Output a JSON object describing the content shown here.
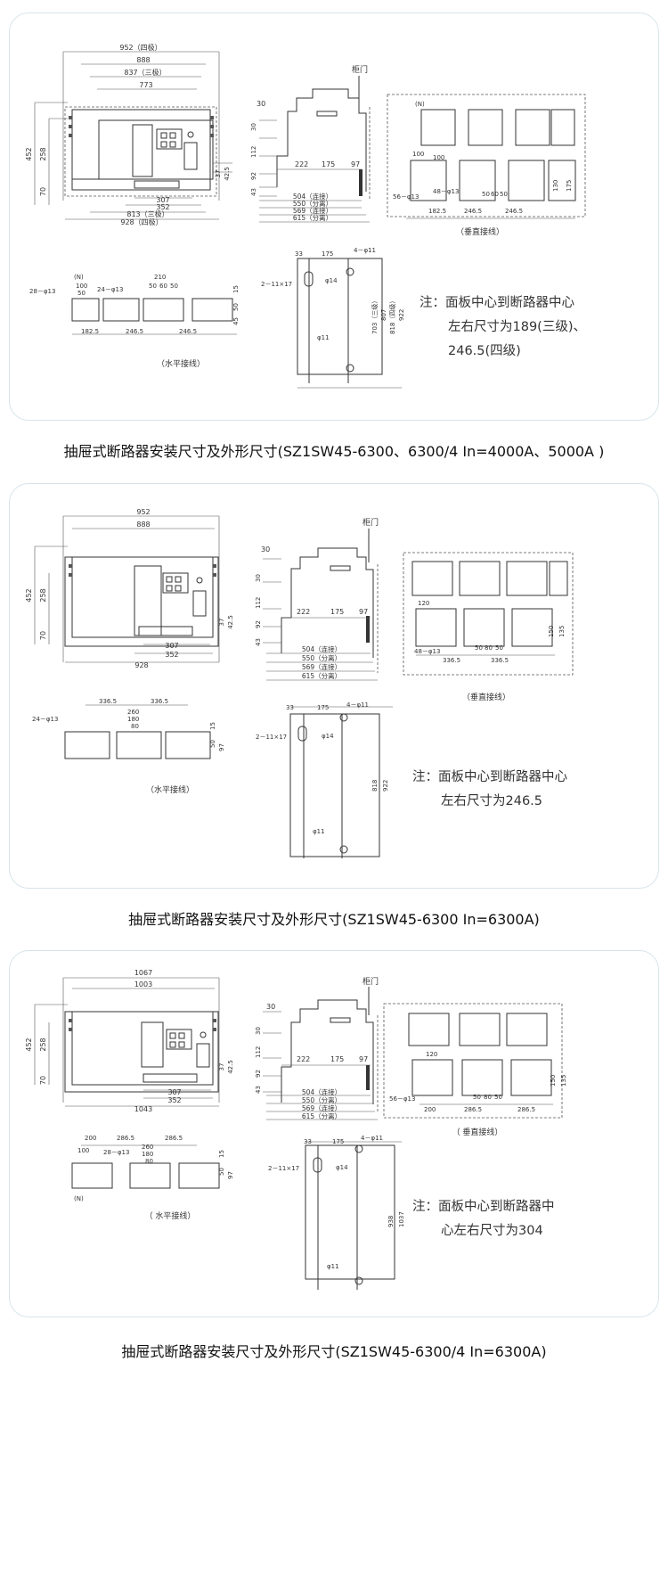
{
  "panels": [
    {
      "caption": "抽屉式断路器安装尺寸及外形尺寸(SZ1SW45-6300、6300/4 In=4000A、5000A )",
      "front": {
        "top_dims": [
          "952（四极）",
          "888",
          "837（三极）",
          "773"
        ],
        "left_dims": [
          "452",
          "258",
          "70"
        ],
        "right_dims": [
          "37",
          "42.5"
        ],
        "bottom_dims": [
          "307",
          "352",
          "813（三极）",
          "928（四极）"
        ]
      },
      "side": {
        "door": "柜门",
        "dims_top": [
          "30"
        ],
        "dims_left": [
          "30",
          "112",
          "92",
          "43"
        ],
        "dims_mid": [
          "222",
          "175",
          "97"
        ],
        "dims_bottom": [
          "504（连接）",
          "550（分离）",
          "569（连接）",
          "615（分离）"
        ]
      },
      "vertical": {
        "label": "（垂直接线）",
        "n_label": "(N)",
        "dims": [
          "100",
          "100",
          "56－φ13",
          "48－φ13",
          "50",
          "60",
          "50",
          "182.5",
          "246.5",
          "246.5",
          "130",
          "175"
        ]
      },
      "horizontal": {
        "label": "（水平接线）",
        "dims": [
          "(N)",
          "100",
          "50",
          "28－φ13",
          "24－φ13",
          "210",
          "50",
          "60",
          "50",
          "182.5",
          "246.5",
          "246.5",
          "15",
          "50",
          "45"
        ]
      },
      "plan": {
        "dims": [
          "33",
          "175",
          "4－φ11",
          "2－11×17",
          "φ14",
          "φ11",
          "703（三级）",
          "807",
          "818（四级）",
          "922"
        ]
      },
      "note": [
        "注：面板中心到断路器中心",
        "左右尺寸为189(三级)、",
        "246.5(四级)"
      ]
    },
    {
      "caption": "抽屉式断路器安装尺寸及外形尺寸(SZ1SW45-6300 In=6300A)",
      "front": {
        "top_dims": [
          "952",
          "888"
        ],
        "left_dims": [
          "452",
          "258",
          "70"
        ],
        "right_dims": [
          "37",
          "42.5"
        ],
        "bottom_dims": [
          "307",
          "352",
          "928"
        ]
      },
      "side": {
        "door": "柜门",
        "dims_top": [
          "30"
        ],
        "dims_left": [
          "30",
          "112",
          "92",
          "43"
        ],
        "dims_mid": [
          "222",
          "175",
          "97"
        ],
        "dims_bottom": [
          "504（连接）",
          "550（分离）",
          "569（连接）",
          "615（分离）"
        ]
      },
      "vertical": {
        "label": "（垂直接线）",
        "dims": [
          "120",
          "48－φ13",
          "50",
          "80",
          "50",
          "336.5",
          "336.5",
          "150",
          "135"
        ]
      },
      "horizontal": {
        "label": "（水平接线）",
        "dims": [
          "336.5",
          "336.5",
          "260",
          "180",
          "80",
          "24－φ13",
          "15",
          "50",
          "97"
        ]
      },
      "plan": {
        "dims": [
          "33",
          "175",
          "4－φ11",
          "2－11×17",
          "φ14",
          "φ11",
          "818",
          "922"
        ]
      },
      "note": [
        "注：面板中心到断路器中心",
        "左右尺寸为246.5"
      ]
    },
    {
      "caption": "抽屉式断路器安装尺寸及外形尺寸(SZ1SW45-6300/4 In=6300A)",
      "front": {
        "top_dims": [
          "1067",
          "1003"
        ],
        "left_dims": [
          "452",
          "258",
          "70"
        ],
        "right_dims": [
          "37",
          "42.5"
        ],
        "bottom_dims": [
          "307",
          "352",
          "1043"
        ]
      },
      "side": {
        "door": "柜门",
        "dims_top": [
          "30"
        ],
        "dims_left": [
          "30",
          "112",
          "92",
          "43"
        ],
        "dims_mid": [
          "222",
          "175",
          "97"
        ],
        "dims_bottom": [
          "504（连接）",
          "550（分离）",
          "569（连接）",
          "615（分离）"
        ]
      },
      "vertical": {
        "label": "（ 垂直接线）",
        "dims": [
          "120",
          "56－φ13",
          "50",
          "80",
          "50",
          "200",
          "286.5",
          "286.5",
          "150",
          "135"
        ]
      },
      "horizontal": {
        "label": "（ 水平接线）",
        "dims": [
          "200",
          "286.5",
          "286.5",
          "260",
          "180",
          "80",
          "100",
          "28－φ13",
          "(N)",
          "15",
          "50",
          "97"
        ]
      },
      "plan": {
        "dims": [
          "33",
          "175",
          "4－φ11",
          "2－11×17",
          "φ14",
          "φ11",
          "938",
          "1037"
        ]
      },
      "note": [
        "注：面板中心到断路器中",
        "心左右尺寸为304"
      ]
    }
  ]
}
